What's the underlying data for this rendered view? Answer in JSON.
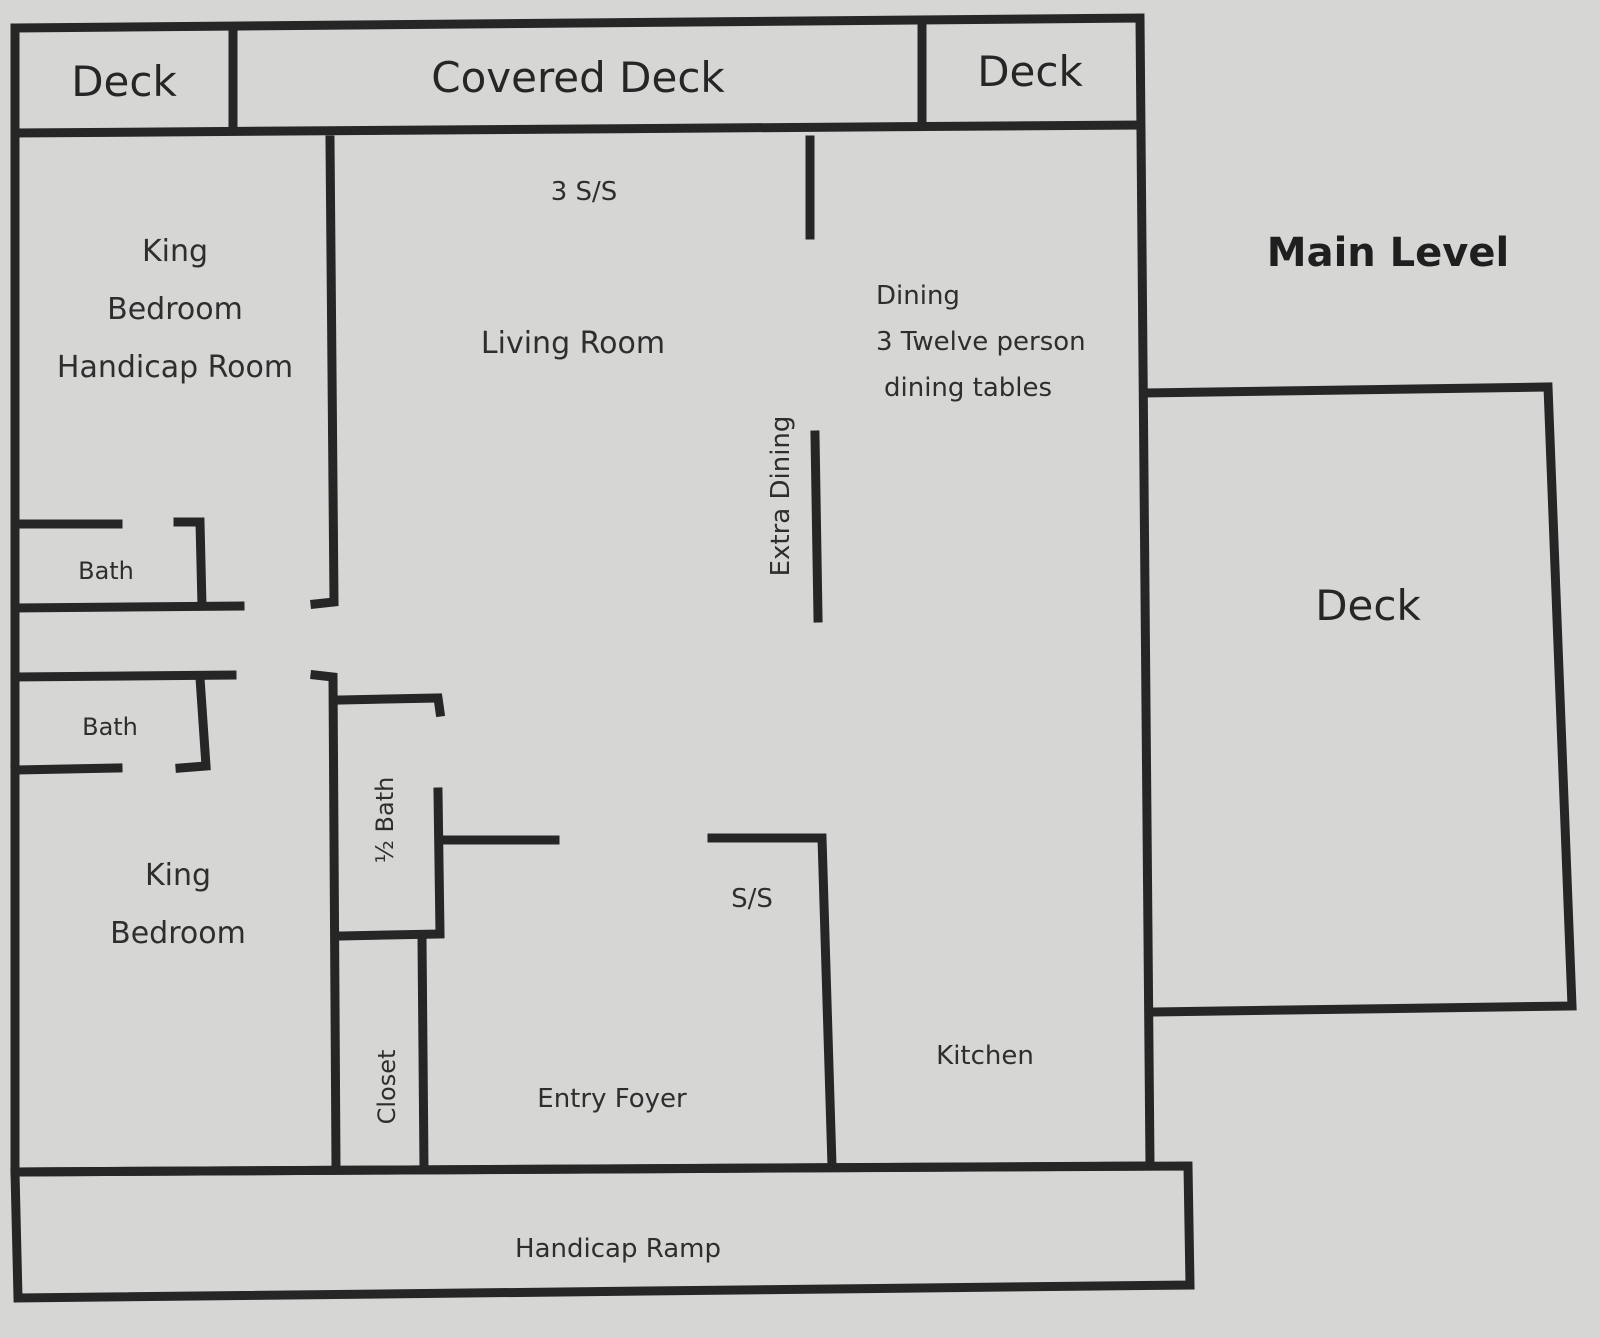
{
  "plan": {
    "title": "Main Level",
    "rooms": {
      "deck_top_left": "Deck",
      "covered_deck": "Covered Deck",
      "deck_top_right": "Deck",
      "king_bedroom_1": [
        "King",
        "Bedroom",
        "Handicap Room"
      ],
      "living_room_note": "3 S/S",
      "living_room": "Living Room",
      "dining": [
        "Dining",
        "3 Twelve person",
        "dining tables"
      ],
      "extra_dining": "Extra Dining",
      "bath_1": "Bath",
      "bath_2": "Bath",
      "half_bath": "½ Bath",
      "king_bedroom_2": [
        "King",
        "Bedroom"
      ],
      "foyer_note": "S/S",
      "closet": "Closet",
      "entry_foyer": "Entry Foyer",
      "kitchen": "Kitchen",
      "deck_side": "Deck",
      "handicap_ramp": "Handicap Ramp"
    }
  }
}
